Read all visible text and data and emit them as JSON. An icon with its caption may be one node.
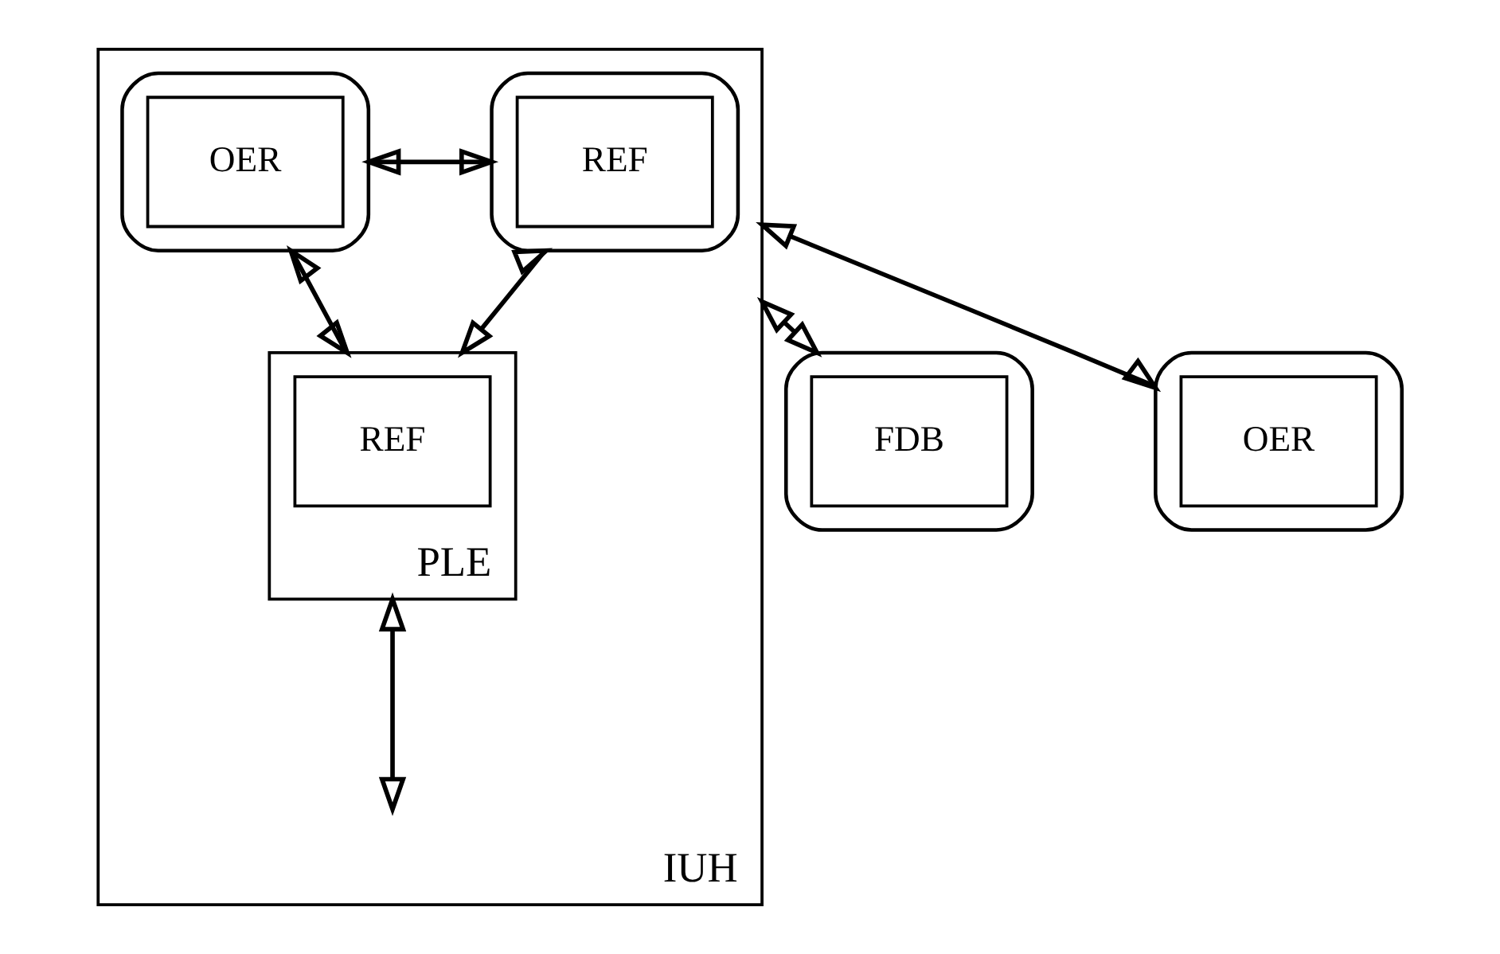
{
  "diagram": {
    "nodes": [
      {
        "text": [
          "IUH"
        ]
      },
      {
        "text": [],
        "shape": "cylinder",
        "in": 0
      },
      {
        "text": [
          "REF"
        ],
        "in": 1
      },
      {
        "text": [],
        "shape": "cylinder",
        "in": 0
      },
      {
        "text": [
          "OER"
        ],
        "in": 3
      },
      {
        "text": [
          "PLE"
        ],
        "in": 0
      },
      {
        "text": [
          "REF"
        ],
        "in": 5
      },
      {
        "text": [],
        "shape": "cylinder"
      },
      {
        "text": [
          "FDB"
        ],
        "in": 7
      },
      {
        "text": [],
        "shape": "cylinder"
      },
      {
        "text": [
          "OER"
        ],
        "in": 9
      }
    ],
    "edges": [
      {
        "from": 1,
        "to": 3,
        "arrow": "both"
      },
      {
        "from": 0,
        "to": 7,
        "arrow": "both"
      },
      {
        "from": 1,
        "to": 5,
        "arrow": "both"
      },
      {
        "from": 3,
        "to": 5,
        "arrow": "both"
      },
      {
        "from": 5,
        "to": null,
        "arrow": "both"
      },
      {
        "from": 0,
        "to": 9,
        "arrow": "both"
      }
    ]
  }
}
